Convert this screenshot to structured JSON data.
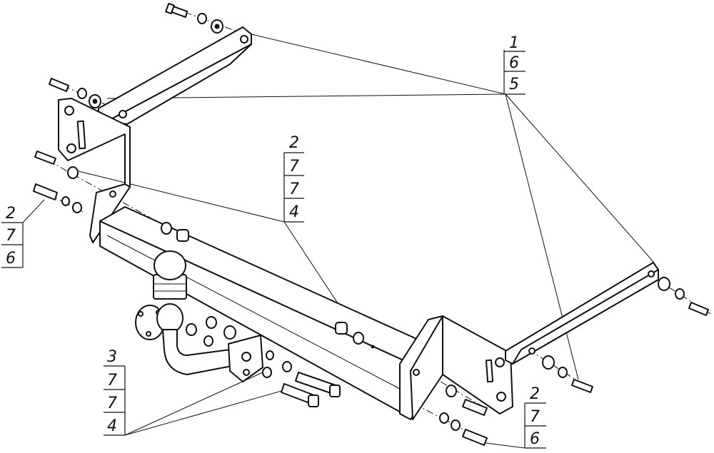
{
  "callouts": [
    {
      "id": "top-right",
      "values": [
        "1",
        "6",
        "5"
      ]
    },
    {
      "id": "center",
      "values": [
        "2",
        "7",
        "7",
        "4"
      ]
    },
    {
      "id": "left",
      "values": [
        "2",
        "7",
        "6"
      ]
    },
    {
      "id": "bottom-left",
      "values": [
        "3",
        "7",
        "7",
        "4"
      ]
    },
    {
      "id": "bottom-right",
      "values": [
        "2",
        "7",
        "6"
      ]
    }
  ],
  "colors": {
    "line": "#111111",
    "background": "#ffffff"
  }
}
